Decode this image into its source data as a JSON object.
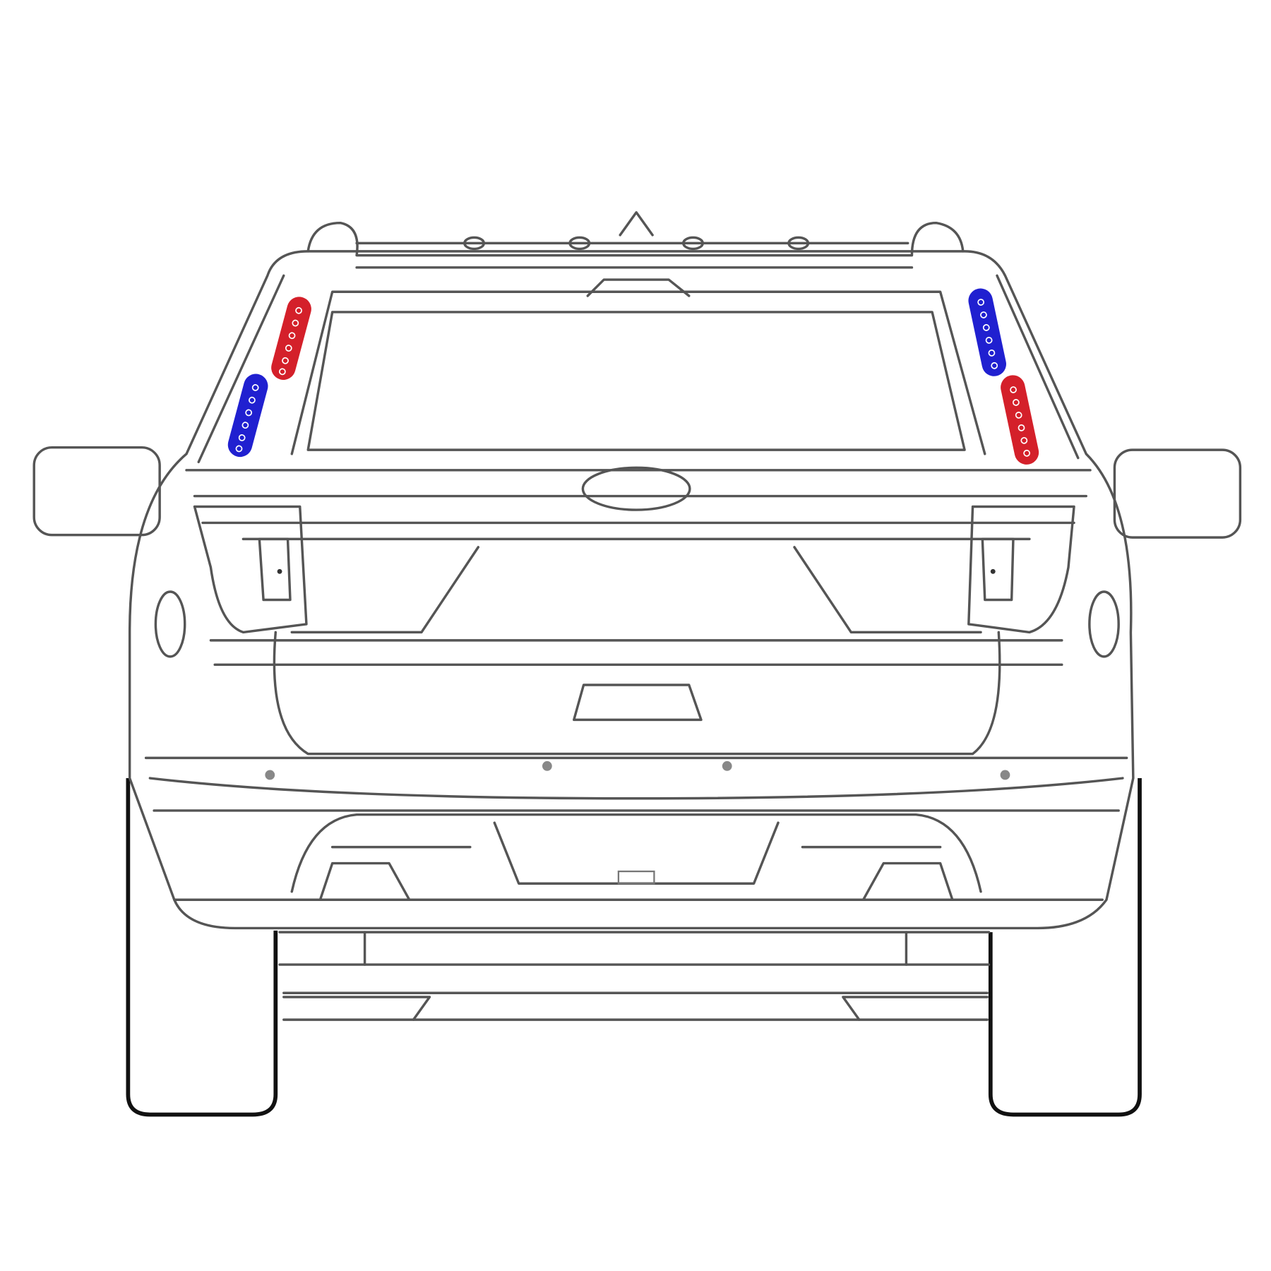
{
  "illustration": {
    "subject": "suv-rear-view-line-drawing",
    "colors": {
      "outline": "#555555",
      "tire": "#111111",
      "light_red": "#d4202a",
      "light_blue": "#2020d0",
      "led_dot": "#ffffff"
    },
    "lights": [
      {
        "side": "left-upper",
        "color": "red"
      },
      {
        "side": "left-lower",
        "color": "blue"
      },
      {
        "side": "right-upper",
        "color": "blue"
      },
      {
        "side": "right-lower",
        "color": "red"
      }
    ]
  }
}
